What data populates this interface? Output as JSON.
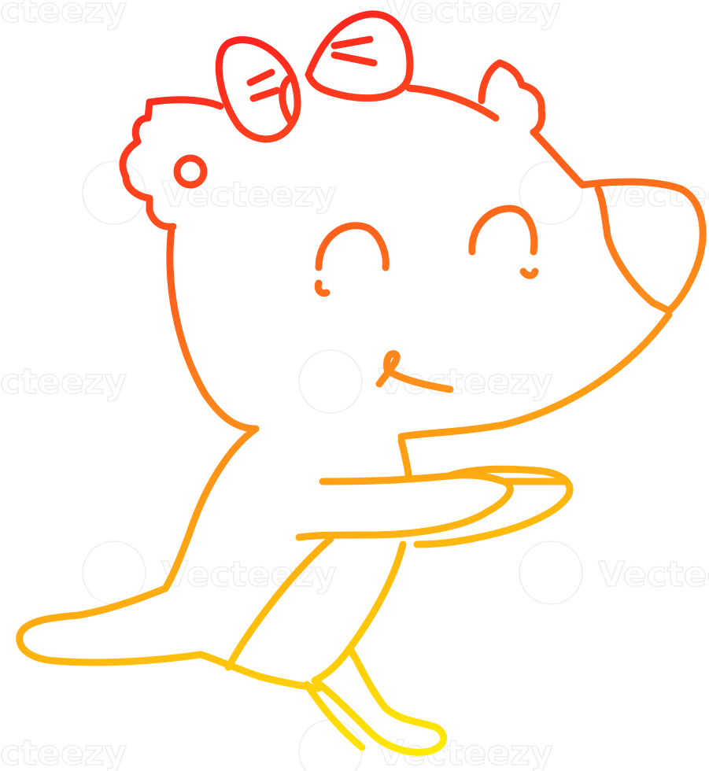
{
  "illustration": {
    "subject": "bear-with-bow",
    "colors": {
      "gradient_top": "#ff1f1f",
      "gradient_mid": "#ff8c1a",
      "gradient_bottom": "#ffee00",
      "background": "#ffffff"
    }
  },
  "watermark": {
    "text": "Vecteezy",
    "partial_left": "cteezy"
  }
}
